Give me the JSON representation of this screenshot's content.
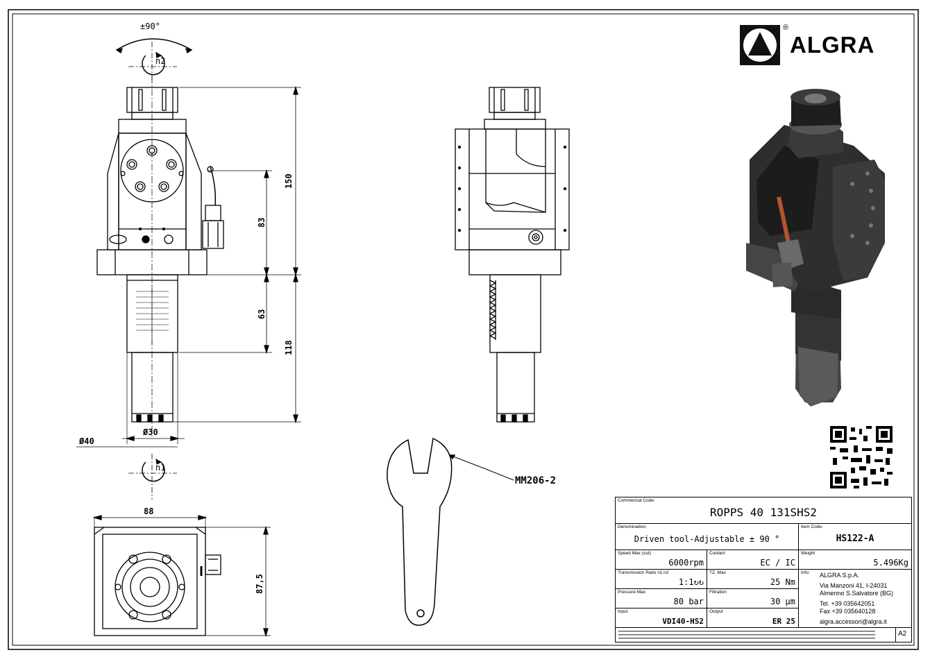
{
  "logo": {
    "brand": "ALGRA",
    "registered": "®"
  },
  "drawing": {
    "rotation_top": "±90°",
    "speed_top": "n2",
    "speed_bottom": "n1",
    "dims": {
      "height_total": "150",
      "height_head": "83",
      "height_shank": "63",
      "height_lower": "118",
      "dia_body": "Ø40",
      "dia_shank": "Ø30",
      "width_bottom": "88",
      "height_bottom": "87,5"
    },
    "wrench_code": "MM206-2"
  },
  "title_block": {
    "commercial_code_label": "Commercial Code:",
    "commercial_code": "ROPPS 40 131SHS2",
    "denomination_label": "Denomination:",
    "denomination": "Driven tool-Adjustable ± 90 °",
    "item_code_label": "Item Code:",
    "item_code": "HS122-A",
    "speed_label": "Speed Max (out)",
    "speed": "6000rpm",
    "coolant_label": "Coolant",
    "coolant": "EC / IC",
    "weight_label": "Weight",
    "weight": "5.496Kg",
    "ratio_label": "Transmission Ratio n1:n2",
    "ratio": "1:1↻↻",
    "torque_label": "TZ. Max",
    "torque": "25 Nm",
    "info_label": "Info:",
    "info_company": "ALGRA S.p.A.",
    "info_address1": "Via Manzoni 41, I-24031",
    "info_address2": "Almenno S.Salvatore (BG)",
    "info_tel": "Tel. +39 035642051",
    "info_fax": "Fax +39 035640128",
    "info_email": "algra.accessori@algra.it",
    "pressure_label": "Pressure Max",
    "pressure": "80 bar",
    "filtration_label": "Filtration",
    "filtration": "30 μm",
    "input_label": "Input",
    "input": "VDI40-HS2",
    "output_label": "Output",
    "output": "ER 25",
    "sheet_size": "A2"
  },
  "colors": {
    "line": "#000000",
    "render_dark": "#2c2c2c",
    "render_mid": "#555555",
    "hose": "#b5542f"
  }
}
